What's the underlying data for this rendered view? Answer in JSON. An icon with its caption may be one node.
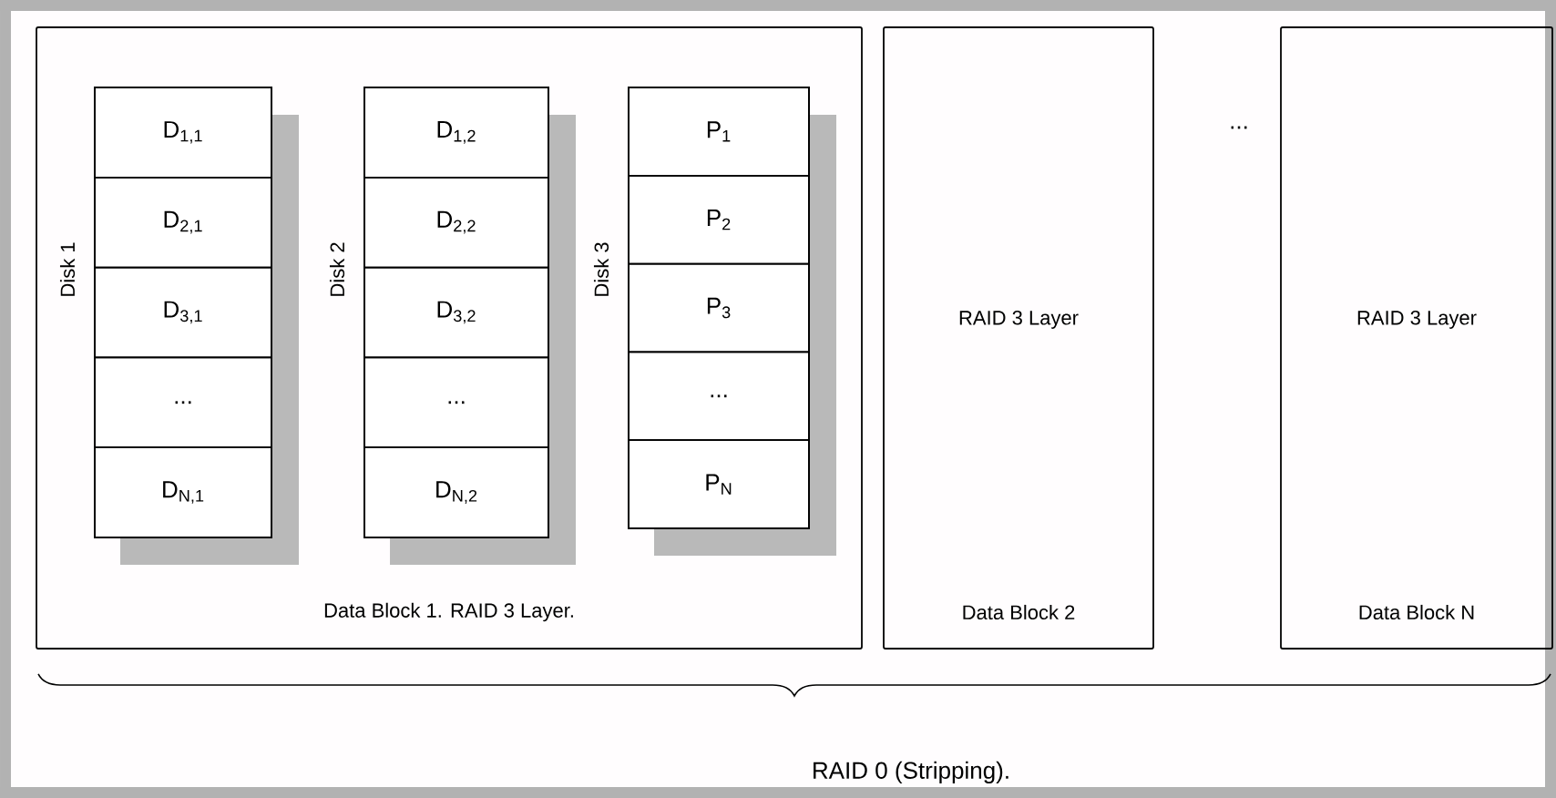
{
  "diagram": {
    "nodes": [
      {
        "text": [
          "Data Block 1. RAID 3 Layer."
        ]
      },
      {
        "text": [
          "Disk 1"
        ],
        "in": 0
      },
      {
        "text": [
          "D$_{1,1}$"
        ],
        "in": 1
      },
      {
        "text": [
          "D$_{2,1}$"
        ],
        "in": 1
      },
      {
        "text": [
          "D$_{3,1}$"
        ],
        "in": 1
      },
      {
        "text": [
          "..."
        ],
        "in": 1
      },
      {
        "text": [
          "D$_{N,1}$"
        ],
        "in": 1
      },
      {
        "text": [
          "Disk 2"
        ],
        "in": 0
      },
      {
        "text": [
          "D$_{1,2}$"
        ],
        "in": 7
      },
      {
        "text": [
          "D$_{2,2}$"
        ],
        "in": 7
      },
      {
        "text": [
          "D$_{3,2}$"
        ],
        "in": 7
      },
      {
        "text": [
          "..."
        ],
        "in": 7
      },
      {
        "text": [
          "D$_{N,2}$"
        ],
        "in": 7
      },
      {
        "text": [
          "Disk 3"
        ],
        "in": 0
      },
      {
        "text": [
          "P$_{1}$"
        ],
        "in": 13
      },
      {
        "text": [
          "P$_{2}$"
        ],
        "in": 13
      },
      {
        "text": [
          "P$_{3}$"
        ],
        "in": 13
      },
      {
        "text": [
          "..."
        ],
        "in": 13
      },
      {
        "text": [
          "P$_{N}$"
        ],
        "in": 13
      },
      {
        "text": [
          "RAID 3 Layer",
          "Data Block 2"
        ]
      },
      {
        "text": [
          "RAID 3 Layer",
          "Data Block N"
        ]
      }
    ],
    "labels": [
      "...",
      "RAID 0 (Stripping)."
    ]
  }
}
